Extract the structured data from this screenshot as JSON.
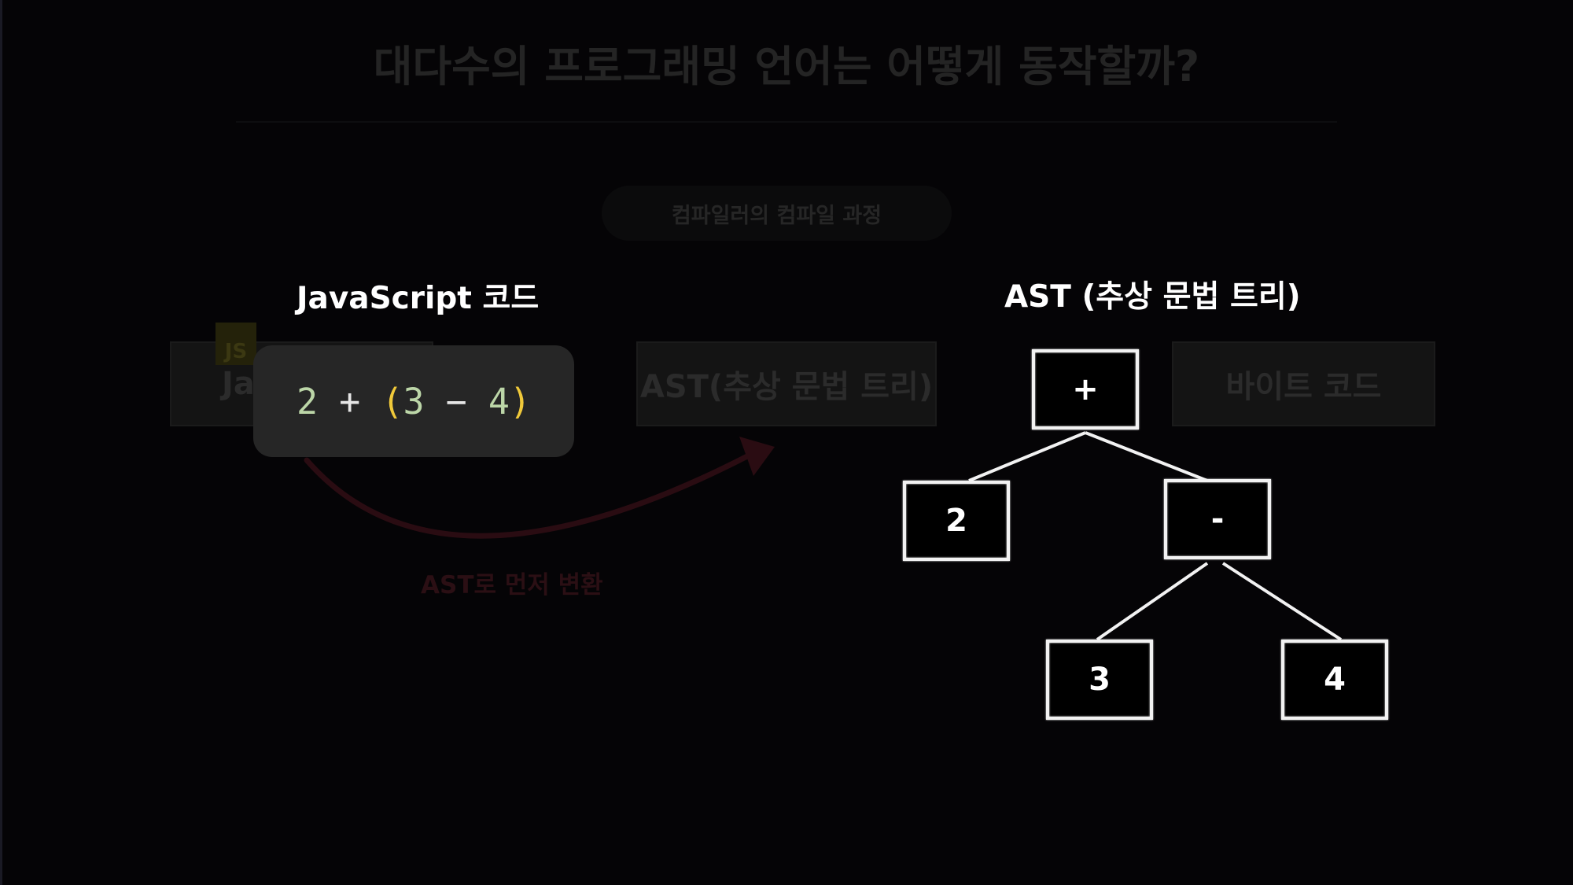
{
  "title": "대다수의 프로그래밍 언어는 어떻게 동작할까?",
  "subtitle_pill": "컴파일러의 컴파일 과정",
  "background_steps": {
    "js_badge": "JS",
    "js_box_partial": "Ja",
    "ast_box": "AST(추상 문법 트리)",
    "bytecode_box": "바이트 코드"
  },
  "code_panel": {
    "heading": "JavaScript 코드",
    "tokens": {
      "n2": "2",
      "plus": "+",
      "lparen": "(",
      "n3": "3",
      "minus": "−",
      "n4": "4",
      "rparen": ")"
    }
  },
  "arrow": {
    "label": "AST로 먼저 변환"
  },
  "ast_tree": {
    "heading": "AST (추상 문법 트리)",
    "nodes": {
      "root": "+",
      "left": "2",
      "right": "-",
      "right_left": "3",
      "right_right": "4"
    }
  },
  "colors": {
    "background": "#050406",
    "code_number": "#bcd6a8",
    "code_paren": "#f0c93a",
    "node_border": "#f2f2f2",
    "arrow": "#2a0c12"
  }
}
